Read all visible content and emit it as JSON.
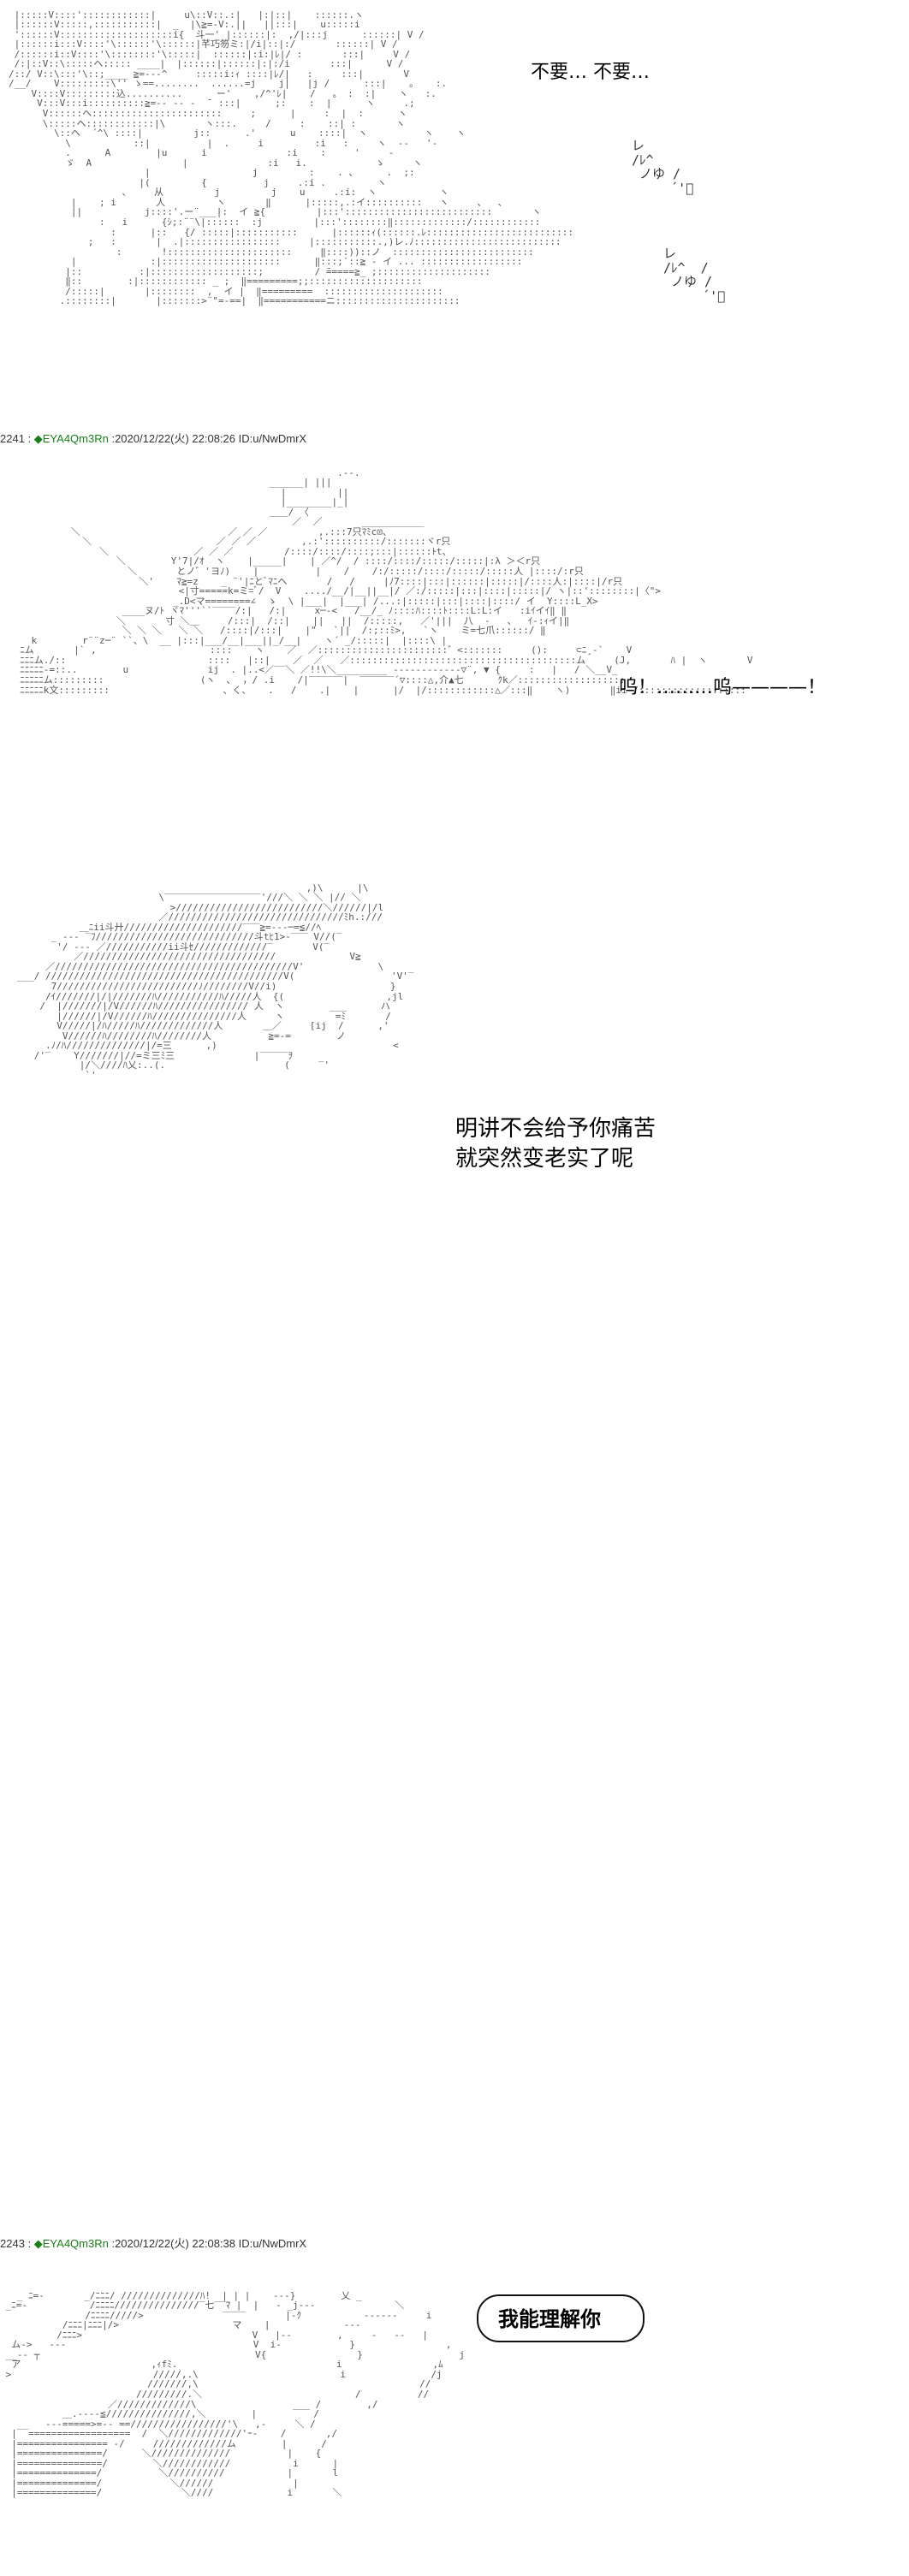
{
  "panels": [
    {
      "id": 1,
      "dialogue": "不要… 不要…",
      "sfx": [
        "レ\n/ﾚ^\n ノゆ /\n     ´'ﾞ",
        "レ\n/ﾚ^  /\n ノゆ /\n     ´'ﾞ"
      ]
    },
    {
      "id": 2,
      "post_number": "2241",
      "post_marker": "◆",
      "tripcode": "EYA4Qm3Rn",
      "timestamp": ":2020/12/22(火) 22:08:26",
      "user_id": "ID:u/NwDmrX",
      "dialogue": "呜！………呜————！"
    },
    {
      "id": 3,
      "dialogue_lines": [
        "明讲不会给予你痛苦",
        "就突然变老实了呢"
      ]
    },
    {
      "id": 4,
      "post_number": "2243",
      "post_marker": "◆",
      "tripcode": "EYA4Qm3Rn",
      "timestamp": ":2020/12/22(火) 22:08:38",
      "user_id": "ID:u/NwDmrX",
      "bubble_text": "我能理解你"
    }
  ]
}
